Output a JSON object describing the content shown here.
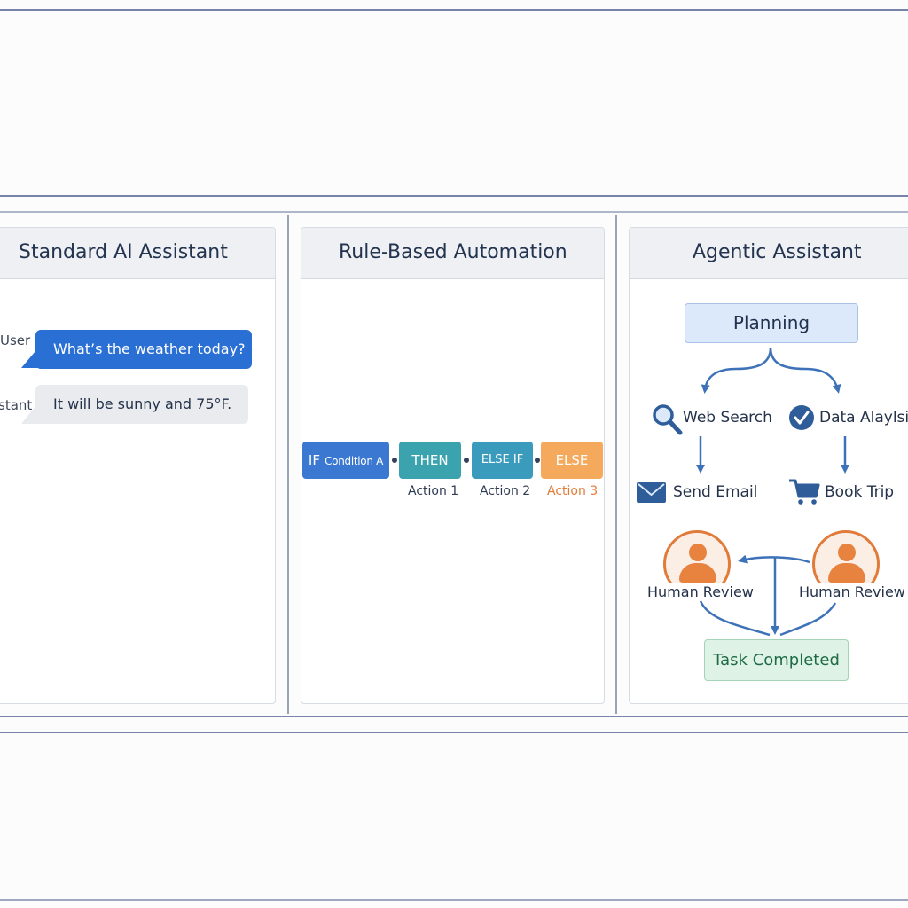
{
  "panels": {
    "standard": {
      "title": "Standard AI Assistant",
      "user_label": "User",
      "user_message": "What’s the weather today?",
      "assistant_label": "stant",
      "assistant_message": "It will be sunny and 75°F."
    },
    "rule_based": {
      "title": "Rule-Based Automation",
      "chain": [
        {
          "prefix": "IF",
          "text": "Condition A",
          "color": "#3a78d1"
        },
        {
          "prefix": "",
          "text": "THEN",
          "color": "#3aa3ad"
        },
        {
          "prefix": "",
          "text": "ELSE IF",
          "color": "#3a9bbd"
        },
        {
          "prefix": "",
          "text": "ELSE",
          "color": "#f5a95c"
        }
      ],
      "actions": [
        "Action 1",
        "Action 2",
        "Action 3"
      ]
    },
    "agentic": {
      "title": "Agentic Assistant",
      "planning": "Planning",
      "web_search": "Web Search",
      "data_analysis": "Data Alaylsis",
      "send_email": "Send Email",
      "book_trip": "Book Trip",
      "human_review_left": "Human Review",
      "human_review_right": "Human Review",
      "task_completed": "Task Completed"
    }
  },
  "colors": {
    "accent_blue": "#2a6fd3",
    "arrow_blue": "#3d72b8",
    "orange": "#e07b3a",
    "green": "#1f6b48"
  }
}
